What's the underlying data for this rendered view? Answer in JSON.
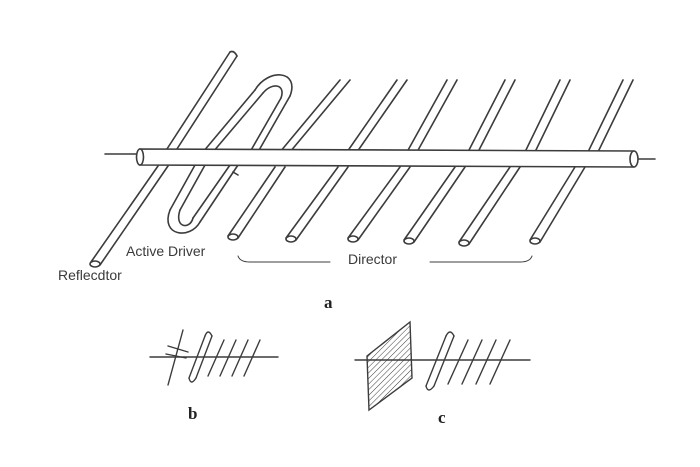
{
  "labels": {
    "reflector": "Reflecdtor",
    "active_driver": "Active Driver",
    "director": "Director",
    "fig_a": "a",
    "fig_b": "b",
    "fig_c": "c"
  },
  "colors": {
    "line": "#3c3c3c",
    "tube_fill": "#ffffff",
    "background": "#ffffff"
  },
  "element_counts": {
    "main_directors": 6,
    "b_directors": 4,
    "c_directors": 4
  }
}
